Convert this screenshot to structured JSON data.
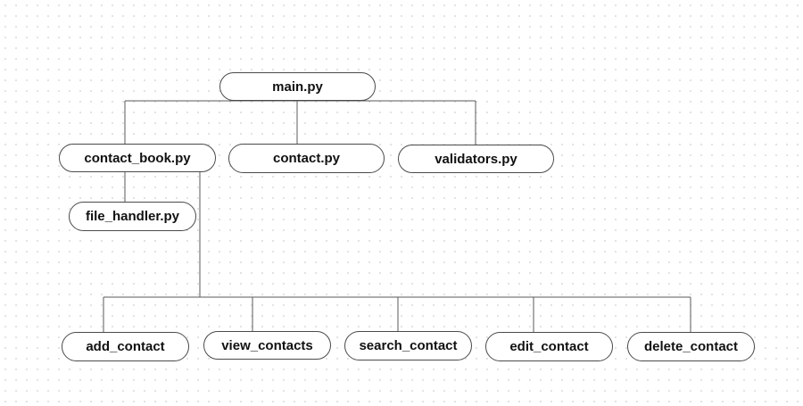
{
  "diagram": {
    "root": {
      "label": "main.py"
    },
    "modules": [
      {
        "label": "contact_book.py"
      },
      {
        "label": "contact.py"
      },
      {
        "label": "validators.py"
      }
    ],
    "helper": {
      "label": "file_handler.py"
    },
    "functions": [
      {
        "label": "add_contact"
      },
      {
        "label": "view_contacts"
      },
      {
        "label": "search_contact"
      },
      {
        "label": "edit_contact"
      },
      {
        "label": "delete_contact"
      }
    ]
  }
}
